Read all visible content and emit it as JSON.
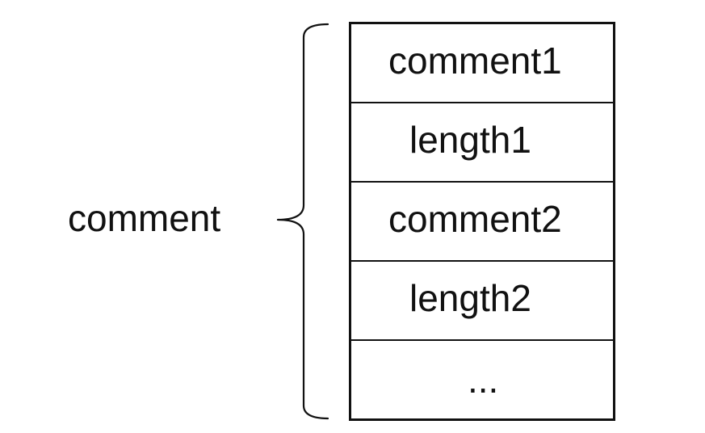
{
  "group": {
    "label": "comment"
  },
  "stack": {
    "cells": [
      "comment1",
      "length1",
      "comment2",
      "length2",
      "..."
    ]
  }
}
